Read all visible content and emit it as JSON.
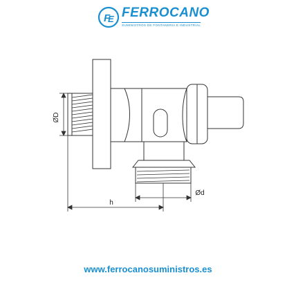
{
  "brand": {
    "name": "FERROCANO",
    "tagline": "SUMINISTROS DE FONTANERIA E INDUSTRIAL",
    "color": "#1a8fd0",
    "logo_icon": "fe-monogram-icon"
  },
  "diagram": {
    "labels": {
      "outer_diameter": "ØD",
      "inner_diameter": "Ød",
      "height": "h"
    },
    "line_color": "#333333"
  },
  "footer": {
    "website": "www.ferrocanosuministros.es"
  }
}
